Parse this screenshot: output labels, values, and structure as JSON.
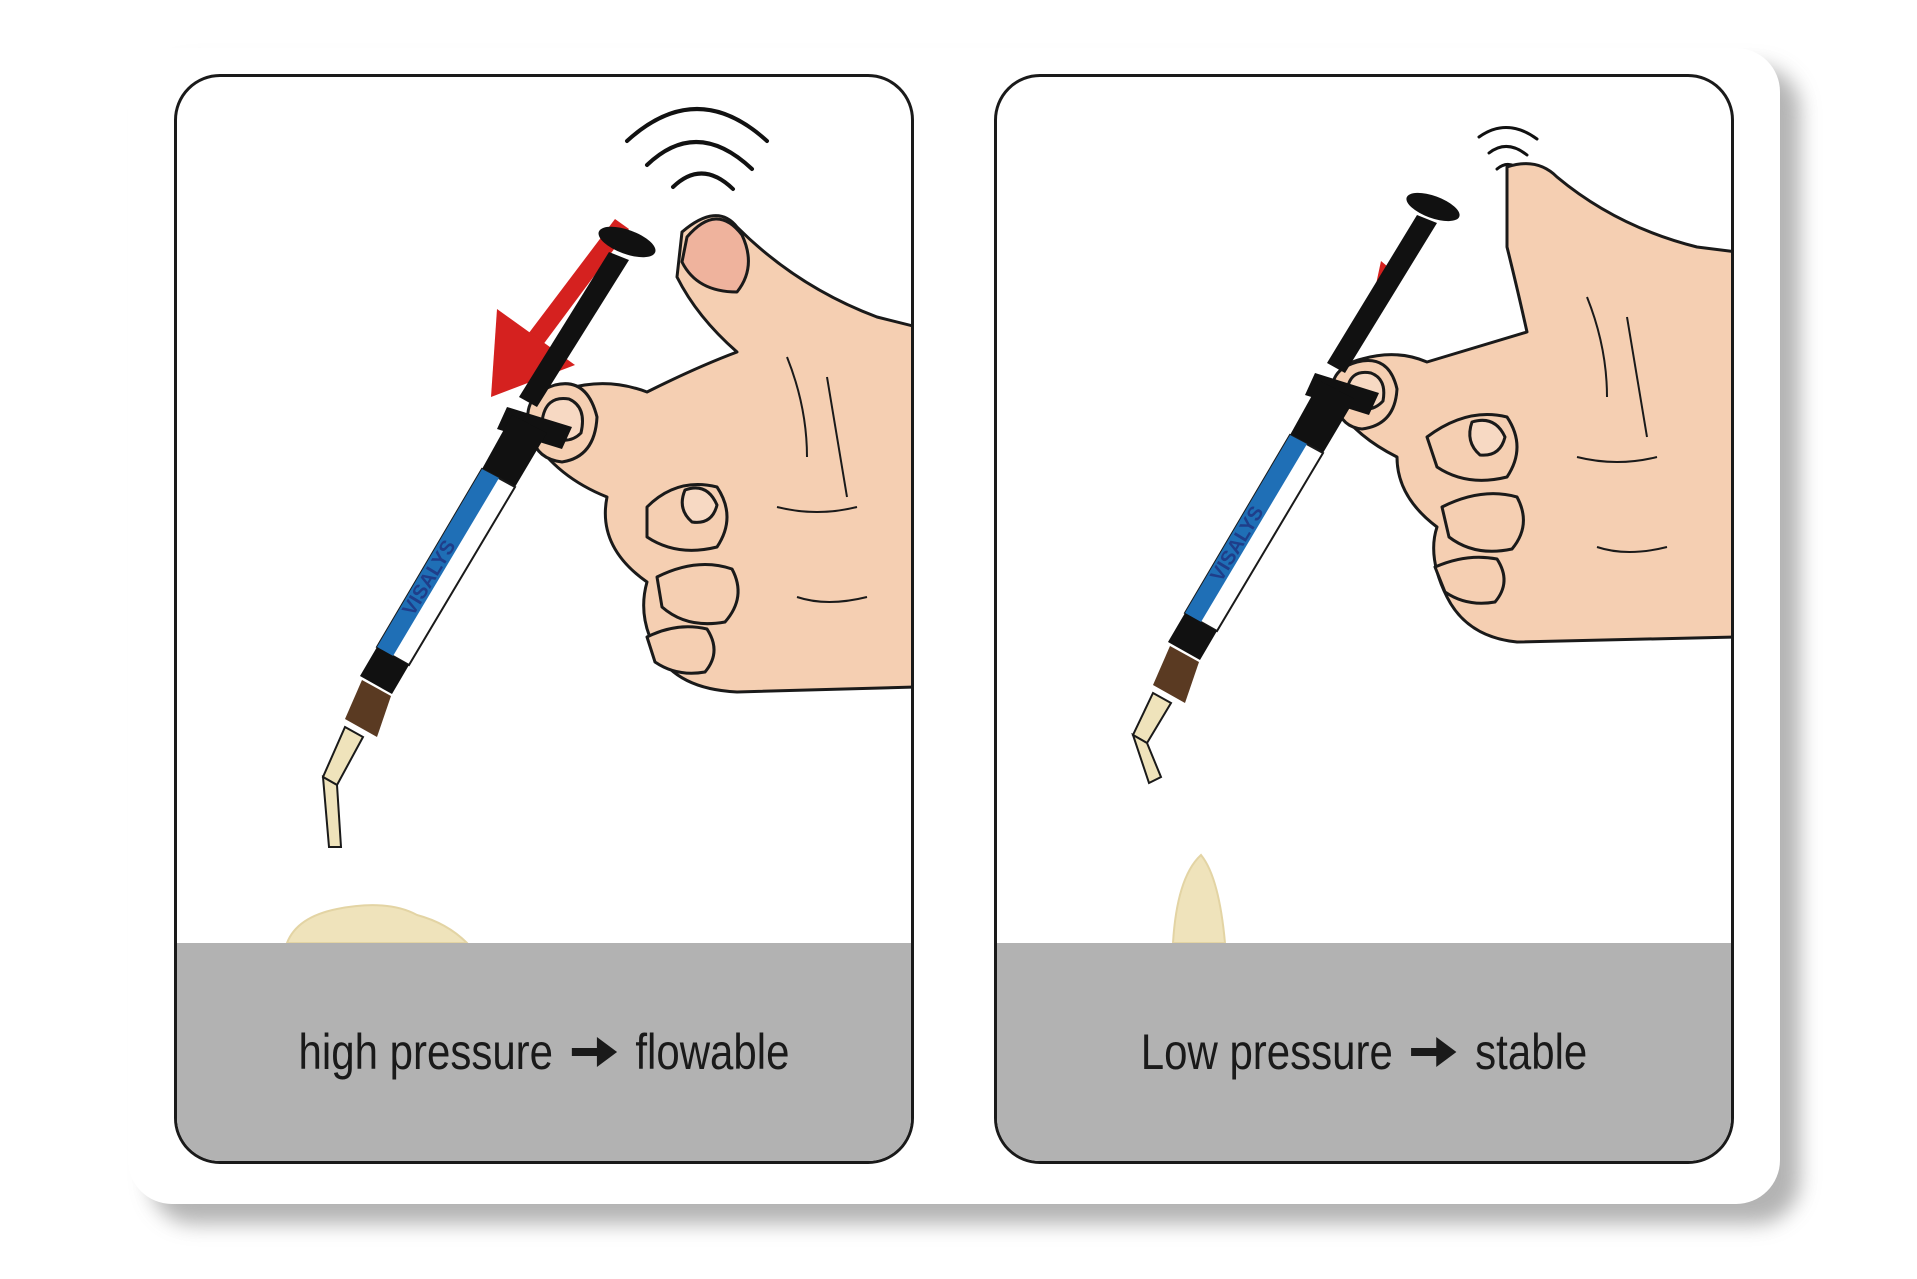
{
  "brand_label": "VISALYS",
  "panels": [
    {
      "id": "left",
      "caption": {
        "condition": "high pressure",
        "result": "flowable"
      }
    },
    {
      "id": "right",
      "caption": {
        "condition": "Low pressure",
        "result": "stable"
      }
    }
  ],
  "colors": {
    "panel_border": "#1a1a1a",
    "ground": "#b2b2b2",
    "arrow_red": "#d5211f",
    "skin": "#f5cfb2",
    "syringe_blue": "#1f6fb6",
    "syringe_black": "#111111",
    "tip_brown": "#5a3a22",
    "material": "#efe3bb"
  },
  "icons": [
    "pressure-arrow-icon",
    "vibration-waves-icon",
    "syringe-icon",
    "hand-icon",
    "right-arrow-icon"
  ]
}
